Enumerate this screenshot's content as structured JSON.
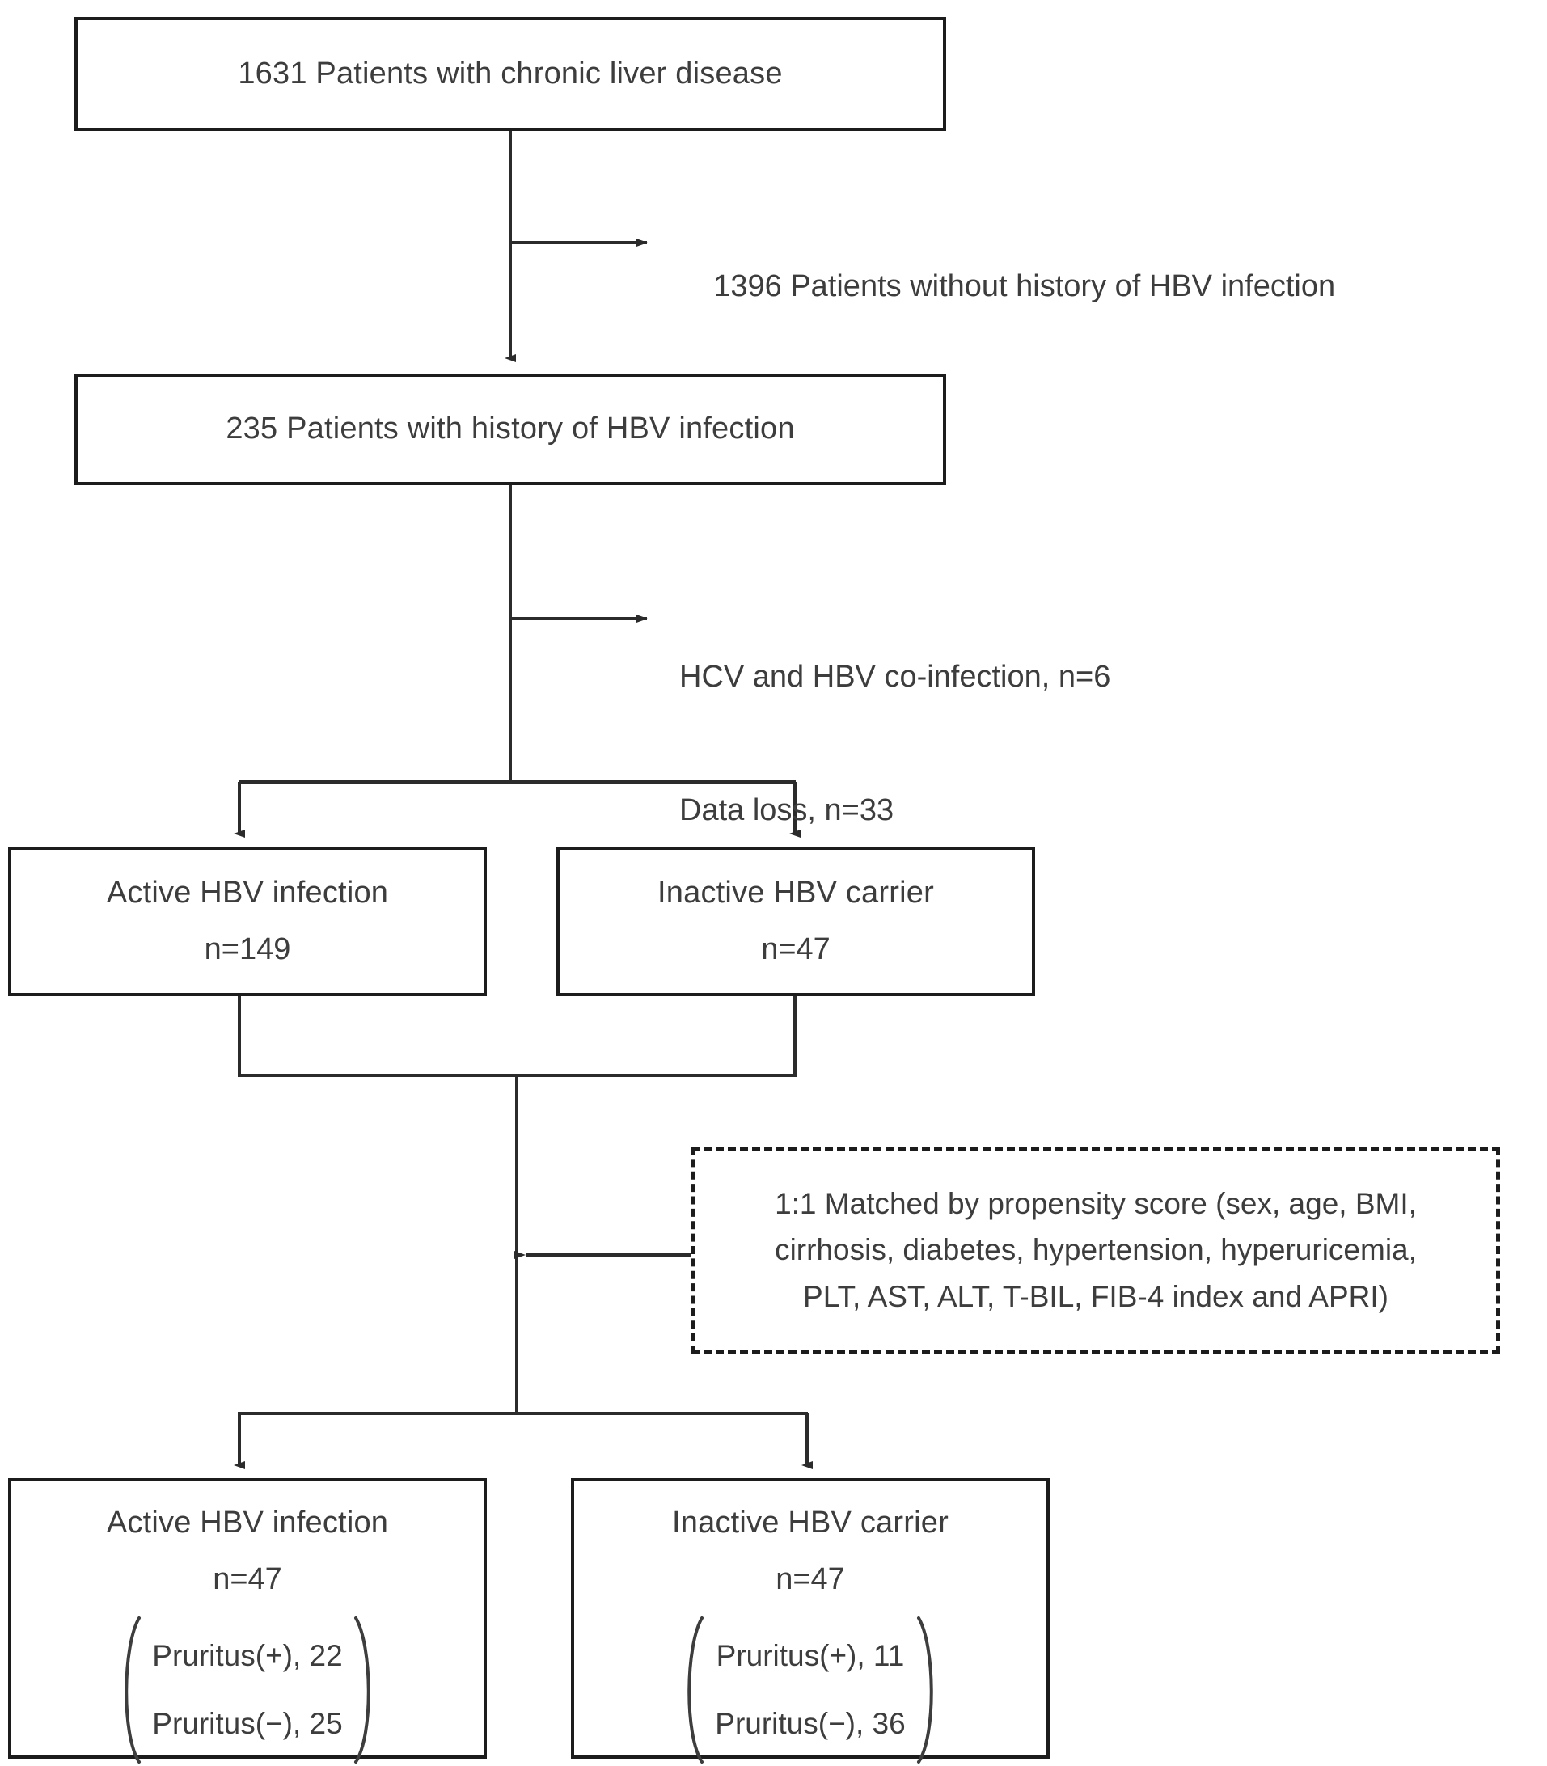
{
  "diagram": {
    "title": "Patient selection flow diagram",
    "type": "flowchart",
    "colors": {
      "box_border": "#1c1c1c",
      "text": "#3d3d3d",
      "background": "#ffffff",
      "connector": "#2b2b2b"
    }
  },
  "nodes": {
    "cohort_all": {
      "text": "1631 Patients with chronic liver disease",
      "count": 1631
    },
    "excluded_no_hbv": {
      "text": "1396 Patients without history of HBV infection",
      "count": 1396
    },
    "cohort_hbv": {
      "text": "235 Patients with history of HBV infection",
      "count": 235
    },
    "excluded_second": {
      "line1": "HCV and HBV co-infection, n=6",
      "line2": "Data loss, n=33",
      "coinfection_n": 6,
      "data_loss_n": 33
    },
    "active_pre": {
      "label": "Active HBV infection",
      "n": "n=149"
    },
    "inactive_pre": {
      "label": "Inactive HBV carrier",
      "n": "n=47"
    },
    "matching": {
      "line1": "1:1 Matched by propensity score (sex, age, BMI,",
      "line2": "cirrhosis, diabetes, hypertension, hyperuricemia,",
      "line3": "PLT, AST, ALT, T-BIL, FIB-4 index and APRI)"
    },
    "active_post": {
      "label": "Active HBV infection",
      "n": "n=47",
      "pruritus_pos": "Pruritus(+), 22",
      "pruritus_neg": "Pruritus(−), 25"
    },
    "inactive_post": {
      "label": "Inactive HBV carrier",
      "n": "n=47",
      "pruritus_pos": "Pruritus(+), 11",
      "pruritus_neg": "Pruritus(−), 36"
    }
  }
}
